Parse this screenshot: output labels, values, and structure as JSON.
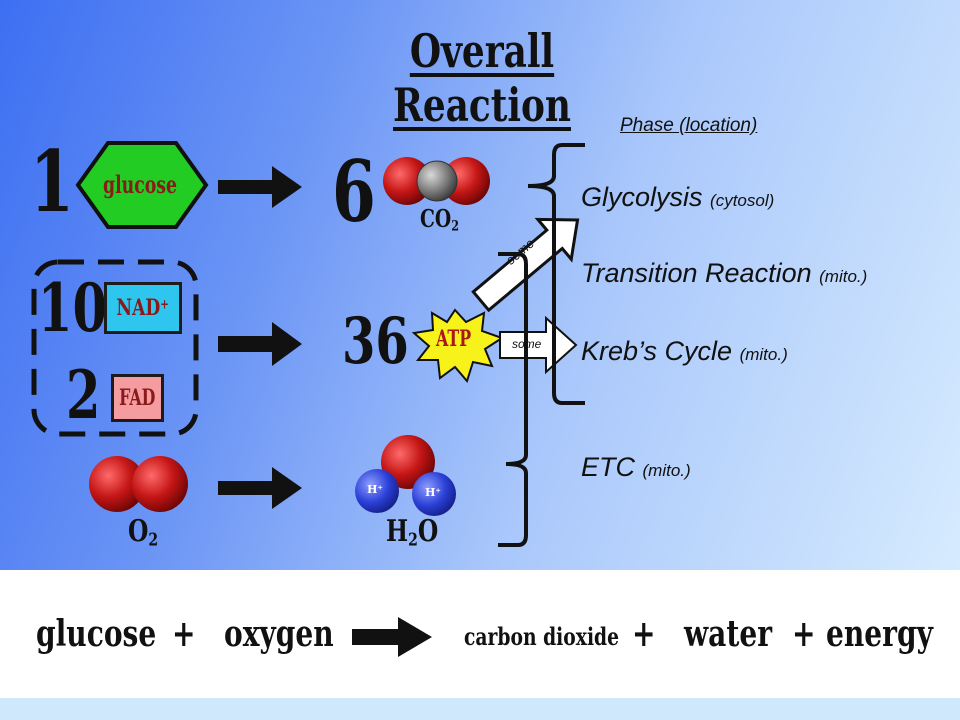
{
  "title": "Overall Reaction",
  "phase_header": "Phase (location)",
  "phases": [
    {
      "name": "Glycolysis",
      "location": "(cytosol)"
    },
    {
      "name": "Transition Reaction",
      "location": "(mito.)"
    },
    {
      "name": "Kreb’s Cycle",
      "location": "(mito.)"
    },
    {
      "name": "ETC",
      "location": "(mito.)"
    }
  ],
  "reactants": {
    "glucose": {
      "coefficient": "1",
      "label": "glucose"
    },
    "nad": {
      "coefficient": "10",
      "label": "NAD",
      "charge": "+"
    },
    "fad": {
      "coefficient": "2",
      "label": "FAD"
    },
    "oxygen": {
      "label": "O",
      "subscript": "2"
    }
  },
  "products": {
    "co2": {
      "coefficient": "6",
      "label": "CO",
      "subscript": "2"
    },
    "atp": {
      "coefficient": "36",
      "label": "ATP"
    },
    "water": {
      "label_h": "H",
      "subscript": "2",
      "label_o": "O",
      "hydrogen": "H",
      "hydrogen_charge": "+"
    }
  },
  "arrow_labels": {
    "upper": "some",
    "lower": "some"
  },
  "summary": {
    "glucose": "glucose",
    "plus1": "+",
    "oxygen": "oxygen",
    "carbon_dioxide": "carbon dioxide",
    "plus2": "+",
    "water": "water",
    "plus3": "+",
    "energy": "energy"
  },
  "colors": {
    "glucose_fill": "#22cc22",
    "nad_fill": "#2ec6ee",
    "fad_fill": "#f59ca0",
    "atp_fill": "#f7f21a",
    "oxygen_atom": "#c51616",
    "carbon_atom": "#7a7a7a",
    "hydrogen_atom": "#2a3fd6"
  }
}
